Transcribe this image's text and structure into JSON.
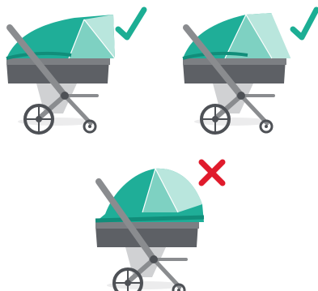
{
  "colors": {
    "teal": "#1fae98",
    "teal_dark": "#118d7a",
    "teal_light": "#7ed1c2",
    "mesh": "#b9e6dd",
    "frame": "#8a8c8f",
    "frame_dark": "#4e5156",
    "body_dark": "#5d6065",
    "shadow": "#d0d1d3",
    "check": "#1cae94",
    "cross": "#e01b2c"
  },
  "panels": [
    {
      "id": "panel-1",
      "status": "correct",
      "icon": "checkmark-icon"
    },
    {
      "id": "panel-2",
      "status": "correct",
      "icon": "checkmark-icon"
    },
    {
      "id": "panel-3",
      "status": "incorrect",
      "icon": "cross-icon"
    }
  ]
}
